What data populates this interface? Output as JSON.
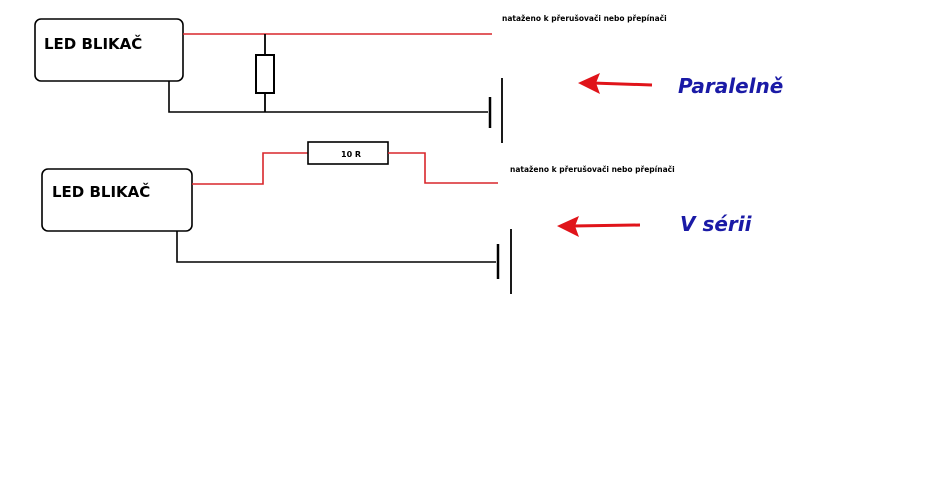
{
  "colors": {
    "wire_signal": "#d9262b",
    "wire_ground": "#000000",
    "arrow": "#e0141a",
    "caption": "#1a1aa6"
  },
  "top_circuit": {
    "box_label": "LED BLIKAČ",
    "note": "nataženo k přerušovači nebo přepínači",
    "caption": "Paralelně"
  },
  "bottom_circuit": {
    "box_label": "LED BLIKAČ",
    "resistor_label": "10 R",
    "note": "nataženo k přerušovači nebo přepínači",
    "caption": "V sérii"
  }
}
